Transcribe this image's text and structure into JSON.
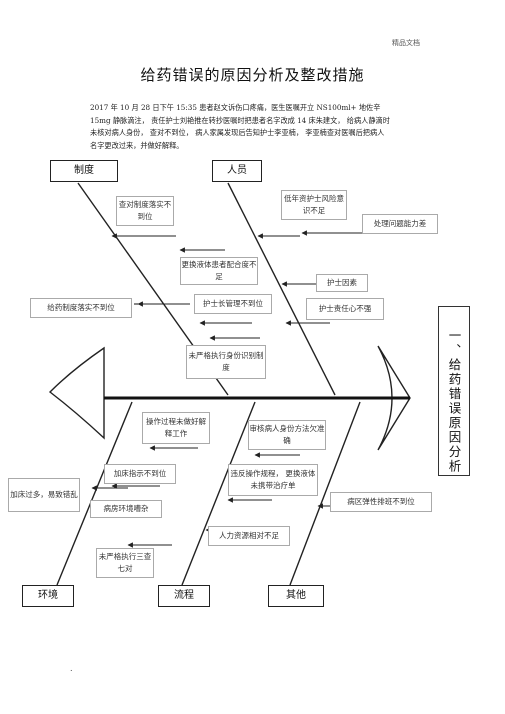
{
  "watermark": "精品文档",
  "title": "给药错误的原因分析及整改措施",
  "intro": {
    "line1": "2017 年  10 月  28 日下午  15:35 患者赵文诉伤口疼痛，医生医嘱开立       NS100ml+ 地佐辛",
    "line2": "15mg 静脉滴注，  责任护士刘艳推在转抄医嘱时把患者名字改成       14 床朱建文，  给病人静滴时",
    "line3": "未核对病人身份，   查对不到位，   病人家属发现后告知护士李亚楠，      李亚楠查对医嘱后把病人",
    "line4": "名字更改过来，并做好解释。"
  },
  "categories": {
    "zhidu": "制度",
    "renyuan": "人员",
    "huanjing": "环境",
    "liucheng": "流程",
    "qita": "其他"
  },
  "causes": {
    "c1": "查对制度落实不到位",
    "c2": "低年资护士风险意识不足",
    "c3": "处理问题能力差",
    "c4": "更换液体患者配合度不足",
    "c5": "护士因素",
    "c6": "给药制度落实不到位",
    "c7": "护士长管理不到位",
    "c8": "护士责任心不强",
    "c9": "未严格执行身份识别制度",
    "c10": "操作过程未做好解释工作",
    "c11": "审核病人身份方法欠准确",
    "c12": "加床指示不到位",
    "c13": "违反操作规程，  更换液体未携带治疗单",
    "c14": "加床过多，易致错乱",
    "c15": "病房环境嘈杂",
    "c16": "病区弹性排班不到位",
    "c17": "人力资源相对不足",
    "c18": "未严格执行三查七对"
  },
  "side_title": "一、给药错误原因分析",
  "footer_mark": "."
}
